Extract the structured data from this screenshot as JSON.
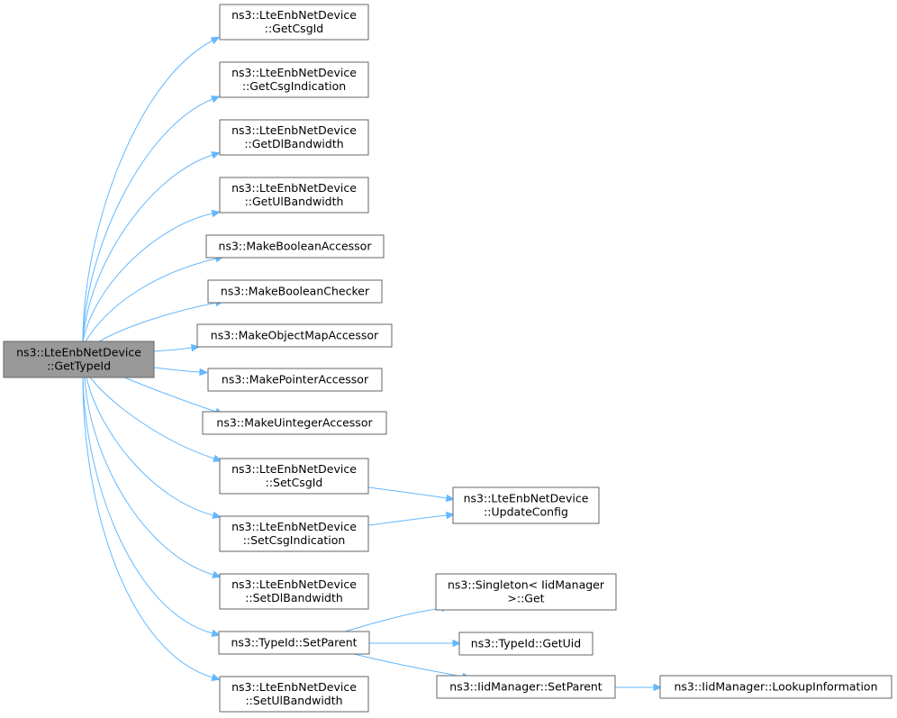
{
  "graph": {
    "nodes": [
      {
        "id": "n0",
        "lines": [
          "ns3::LteEnbNetDevice",
          "::GetTypeId"
        ],
        "root": true
      },
      {
        "id": "n1",
        "lines": [
          "ns3::LteEnbNetDevice",
          "::GetCsgId"
        ]
      },
      {
        "id": "n2",
        "lines": [
          "ns3::LteEnbNetDevice",
          "::GetCsgIndication"
        ]
      },
      {
        "id": "n3",
        "lines": [
          "ns3::LteEnbNetDevice",
          "::GetDlBandwidth"
        ]
      },
      {
        "id": "n4",
        "lines": [
          "ns3::LteEnbNetDevice",
          "::GetUlBandwidth"
        ]
      },
      {
        "id": "n5",
        "lines": [
          "ns3::MakeBooleanAccessor"
        ]
      },
      {
        "id": "n6",
        "lines": [
          "ns3::MakeBooleanChecker"
        ]
      },
      {
        "id": "n7",
        "lines": [
          "ns3::MakeObjectMapAccessor"
        ]
      },
      {
        "id": "n8",
        "lines": [
          "ns3::MakePointerAccessor"
        ]
      },
      {
        "id": "n9",
        "lines": [
          "ns3::MakeUintegerAccessor"
        ]
      },
      {
        "id": "n10",
        "lines": [
          "ns3::LteEnbNetDevice",
          "::SetCsgId"
        ]
      },
      {
        "id": "n11",
        "lines": [
          "ns3::LteEnbNetDevice",
          "::SetCsgIndication"
        ]
      },
      {
        "id": "n12",
        "lines": [
          "ns3::LteEnbNetDevice",
          "::SetDlBandwidth"
        ]
      },
      {
        "id": "n13",
        "lines": [
          "ns3::TypeId::SetParent"
        ]
      },
      {
        "id": "n14",
        "lines": [
          "ns3::LteEnbNetDevice",
          "::SetUlBandwidth"
        ]
      },
      {
        "id": "n15",
        "lines": [
          "ns3::LteEnbNetDevice",
          "::UpdateConfig"
        ]
      },
      {
        "id": "n16",
        "lines": [
          "ns3::Singleton< IidManager",
          " >::Get"
        ]
      },
      {
        "id": "n17",
        "lines": [
          "ns3::TypeId::GetUid"
        ]
      },
      {
        "id": "n18",
        "lines": [
          "ns3::IidManager::SetParent"
        ]
      },
      {
        "id": "n19",
        "lines": [
          "ns3::IidManager::LookupInformation"
        ]
      }
    ],
    "edges": [
      [
        "n0",
        "n1"
      ],
      [
        "n0",
        "n2"
      ],
      [
        "n0",
        "n3"
      ],
      [
        "n0",
        "n4"
      ],
      [
        "n0",
        "n5"
      ],
      [
        "n0",
        "n6"
      ],
      [
        "n0",
        "n7"
      ],
      [
        "n0",
        "n8"
      ],
      [
        "n0",
        "n9"
      ],
      [
        "n0",
        "n10"
      ],
      [
        "n0",
        "n11"
      ],
      [
        "n0",
        "n12"
      ],
      [
        "n0",
        "n13"
      ],
      [
        "n0",
        "n14"
      ],
      [
        "n10",
        "n15"
      ],
      [
        "n11",
        "n15"
      ],
      [
        "n13",
        "n16"
      ],
      [
        "n13",
        "n17"
      ],
      [
        "n13",
        "n18"
      ],
      [
        "n18",
        "n19"
      ]
    ],
    "colors": {
      "edge": "#63b8ff",
      "node_border": "#666666",
      "root_fill": "#999999",
      "node_fill": "#ffffff"
    }
  }
}
